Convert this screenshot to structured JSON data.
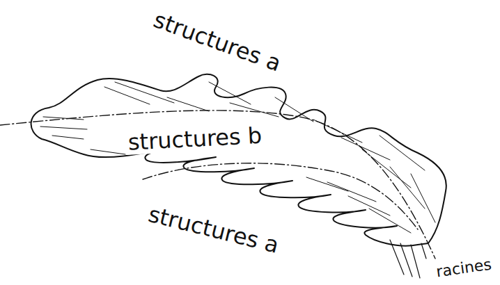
{
  "diagram": {
    "labels": [
      "structures a",
      "structures b",
      "structures a",
      "racines"
    ]
  }
}
